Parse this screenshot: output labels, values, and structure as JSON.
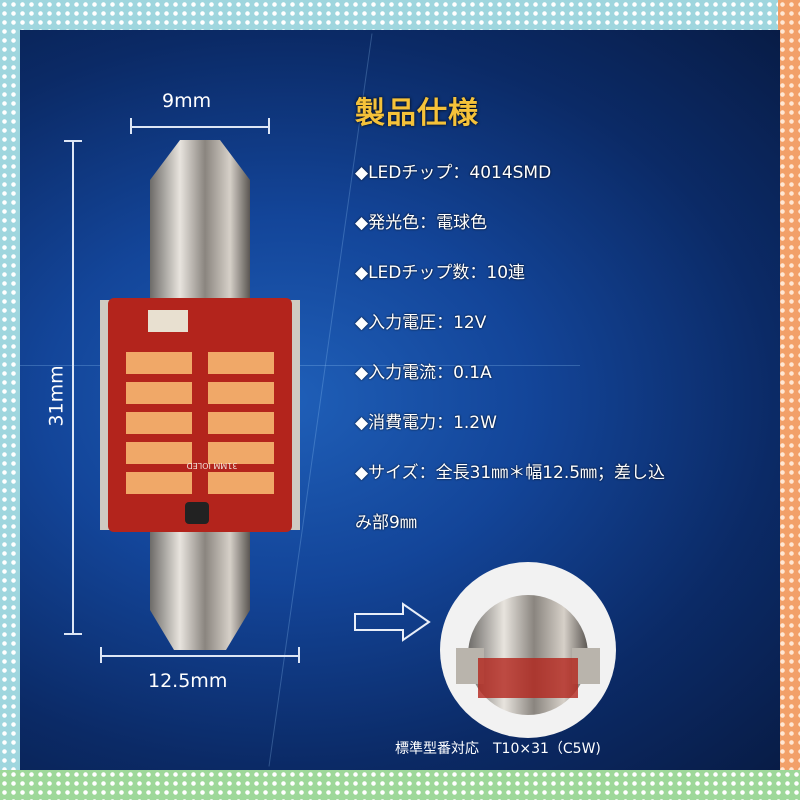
{
  "title": "製品仕様",
  "specs": [
    "◆LEDチップ：4014SMD",
    "◆発光色：電球色",
    "◆LEDチップ数：10連",
    "◆入力電圧：12V",
    "◆入力電流：0.1A",
    "◆消費電力：1.2W",
    "◆サイズ：全長31㎜＊幅12.5㎜；差し込",
    "み部9㎜"
  ],
  "dimensions": {
    "top": "9mm",
    "height": "31mm",
    "width": "12.5mm"
  },
  "pcb_label": "31MM IOLED",
  "footer": "標準型番対応　T10×31（C5W)",
  "colors": {
    "title": "#f5c23a",
    "panel": "#134599",
    "pcb": "#b3241c",
    "led": "#f0a868"
  }
}
